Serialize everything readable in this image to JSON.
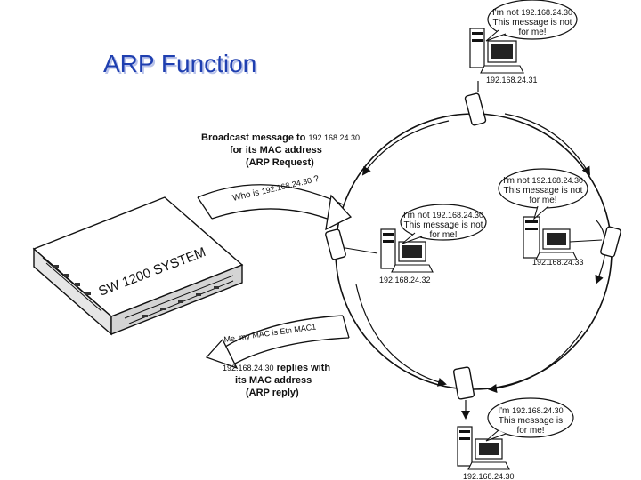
{
  "title": "ARP Function",
  "switch_label": "SW 1200 SYSTEM",
  "request": {
    "line1": "Broadcast message to",
    "ip": "192.168.24.30",
    "line2": "for its MAC address",
    "line3": "(ARP Request)",
    "arrow_prefix": "Who is",
    "arrow_ip": "192.168.24.30",
    "arrow_suffix": "?"
  },
  "reply": {
    "arrow_text": "Me, my MAC is Eth MAC1",
    "ip": "192.168.24.30",
    "line1": "replies with",
    "line2": "its MAC address",
    "line3": "(ARP reply)"
  },
  "hosts": {
    "top": {
      "ip": "192.168.24.31",
      "bubble_prefix": "I'm not",
      "bubble_ip": "192.168.24.30",
      "bubble_line2": "This message is not",
      "bubble_line3": "for me!"
    },
    "left": {
      "ip": "192.168.24.32",
      "bubble_prefix": "I'm not",
      "bubble_ip": "192.168.24.30",
      "bubble_line2": "This message is not",
      "bubble_line3": "for me!"
    },
    "right": {
      "ip": "192.168.24.33",
      "bubble_prefix": "I'm not",
      "bubble_ip": "192.168.24.30",
      "bubble_line2": "This message is not",
      "bubble_line3": "for me!"
    },
    "bottom": {
      "ip": "192.168.24.30",
      "bubble_prefix": "I'm",
      "bubble_ip": "192.168.24.30",
      "bubble_line2": "This message is",
      "bubble_line3": "for me!"
    }
  }
}
